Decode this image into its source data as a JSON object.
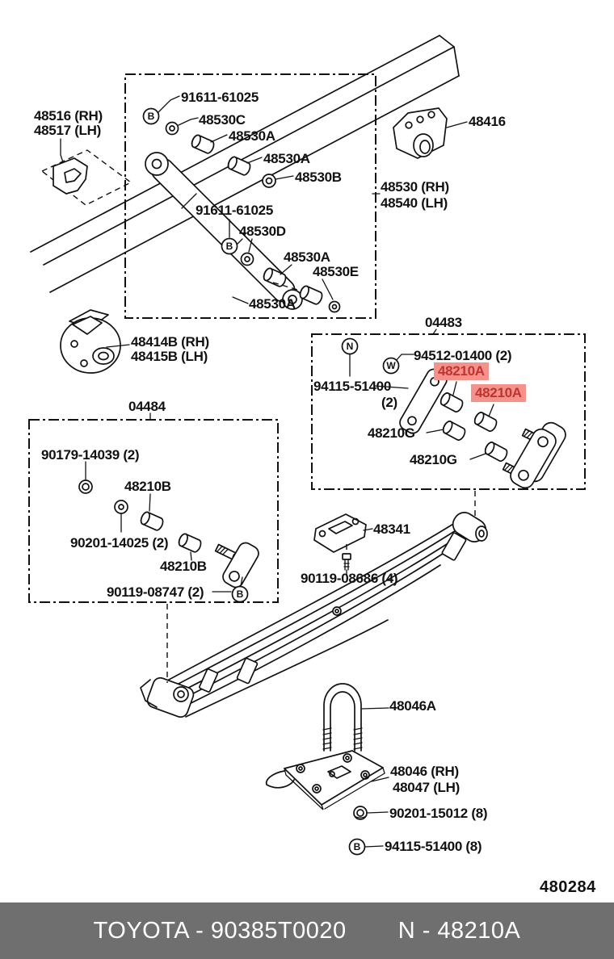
{
  "page": {
    "code": "480284"
  },
  "footer": {
    "bg": "#6f6f6f",
    "brand_code": "TOYOTA - 90385T0020",
    "part_code": "N - 48210A"
  },
  "highlight": {
    "bg": "#f4918b",
    "fg": "#bf3430"
  },
  "markers": [
    "B",
    "B",
    "N",
    "W",
    "B",
    "B"
  ],
  "labels": [
    {
      "text": "91611-61025"
    },
    {
      "text": "48516 (RH)"
    },
    {
      "text": "48517 (LH)"
    },
    {
      "text": "48530C"
    },
    {
      "text": "48530A"
    },
    {
      "text": "48530A"
    },
    {
      "text": "48530B"
    },
    {
      "text": "48416"
    },
    {
      "text": "48530 (RH)"
    },
    {
      "text": "48540 (LH)"
    },
    {
      "text": "91611-61025"
    },
    {
      "text": "48530D"
    },
    {
      "text": "48530A"
    },
    {
      "text": "48530E"
    },
    {
      "text": "48530A"
    },
    {
      "text": "48414B (RH)"
    },
    {
      "text": "48415B (LH)"
    },
    {
      "text": "04483"
    },
    {
      "text": "94512-01400 (2)"
    },
    {
      "text": "94115-51400"
    },
    {
      "text": "(2)"
    },
    {
      "text": "48210A",
      "highlighted": true
    },
    {
      "text": "48210A",
      "highlighted": true
    },
    {
      "text": "48210G"
    },
    {
      "text": "48210G"
    },
    {
      "text": "04484"
    },
    {
      "text": "90179-14039 (2)"
    },
    {
      "text": "48210B"
    },
    {
      "text": "90201-14025 (2)"
    },
    {
      "text": "48210B"
    },
    {
      "text": "90119-08747 (2)"
    },
    {
      "text": "48341"
    },
    {
      "text": "90119-08686 (4)"
    },
    {
      "text": "48046A"
    },
    {
      "text": "48046 (RH)"
    },
    {
      "text": "48047 (LH)"
    },
    {
      "text": "90201-15012 (8)"
    },
    {
      "text": "94115-51400 (8)"
    }
  ]
}
